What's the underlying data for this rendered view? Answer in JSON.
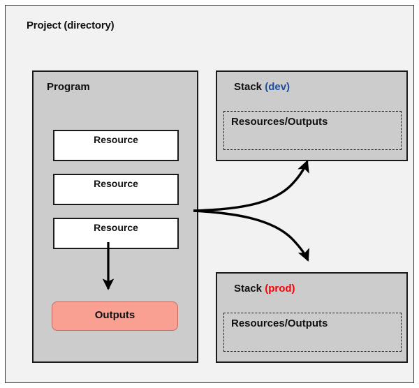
{
  "diagram": {
    "title": "Project (directory)",
    "colors": {
      "background": "#f2f2f2",
      "panel_gray": "#cccccc",
      "outputs_fill": "#f9a093",
      "dev_label": "#1f4e9c",
      "prod_label": "#fb0007",
      "stroke": "#1a1a1a"
    },
    "program": {
      "title": "Program",
      "resources": [
        {
          "label": "Resource"
        },
        {
          "label": "Resource"
        },
        {
          "label": "Resource"
        }
      ],
      "outputs": {
        "label": "Outputs"
      }
    },
    "stacks": [
      {
        "title_prefix": "Stack ",
        "env": "(dev)",
        "inner_label": "Resources/Outputs"
      },
      {
        "title_prefix": "Stack ",
        "env": "(prod)",
        "inner_label": "Resources/Outputs"
      }
    ],
    "arrows": [
      {
        "name": "resource-to-outputs",
        "kind": "straight-down"
      },
      {
        "name": "program-to-stack-dev",
        "kind": "curve-up-right"
      },
      {
        "name": "program-to-stack-prod",
        "kind": "curve-down-right"
      }
    ]
  }
}
